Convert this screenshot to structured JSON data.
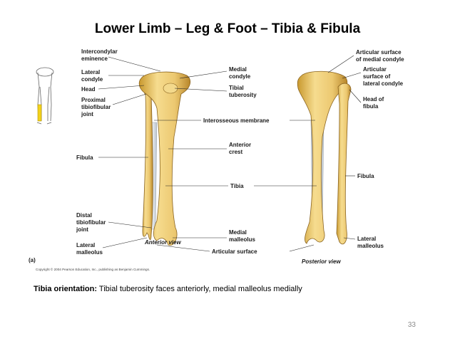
{
  "slide_title": "Lower Limb – Leg & Foot – Tibia & Fibula",
  "figure": {
    "panel_letter": "(a)",
    "copyright": "Copyright © 2004 Pearson Education, Inc., publishing as Benjamin Cummings.",
    "anterior_view": "Anterior view",
    "posterior_view": "Posterior view",
    "left_labels": {
      "intercondylar_eminence": [
        "Intercondylar",
        "eminence"
      ],
      "lateral_condyle": [
        "Lateral",
        "condyle"
      ],
      "head": [
        "Head"
      ],
      "proximal_tibiofibular_joint": [
        "Proximal",
        "tibiofibular",
        "joint"
      ],
      "fibula": [
        "Fibula"
      ],
      "distal_tibiofibular_joint": [
        "Distal",
        "tibiofibular",
        "joint"
      ],
      "lateral_malleolus": [
        "Lateral",
        "malleolus"
      ]
    },
    "center_labels": {
      "medial_condyle": [
        "Medial",
        "condyle"
      ],
      "tibial_tuberosity": [
        "Tibial",
        "tuberosity"
      ],
      "interosseous_membrane": [
        "Interosseous membrane"
      ],
      "anterior_crest": [
        "Anterior",
        "crest"
      ],
      "tibia": [
        "Tibia"
      ],
      "medial_malleolus": [
        "Medial",
        "malleolus"
      ],
      "articular_surface": [
        "Articular surface"
      ]
    },
    "right_labels": {
      "articular_surface_medial_condyle": [
        "Articular surface",
        "of medial condyle"
      ],
      "articular_surface_lateral_condyle": [
        "Articular",
        "surface of",
        "lateral condyle"
      ],
      "head_of_fibula": [
        "Head of",
        "fibula"
      ],
      "fibula": [
        "Fibula"
      ],
      "lateral_malleolus": [
        "Lateral",
        "malleolus"
      ]
    }
  },
  "caption": {
    "bold": "Tibia orientation:",
    "text": " Tibial tuberosity faces anteriorly, medial malleolus medially"
  },
  "page_number": "33",
  "colors": {
    "bone": "#ecc870",
    "bone_shadow": "#c9992f",
    "membrane": "#d8dde4",
    "highlight": "#f2d21c"
  }
}
